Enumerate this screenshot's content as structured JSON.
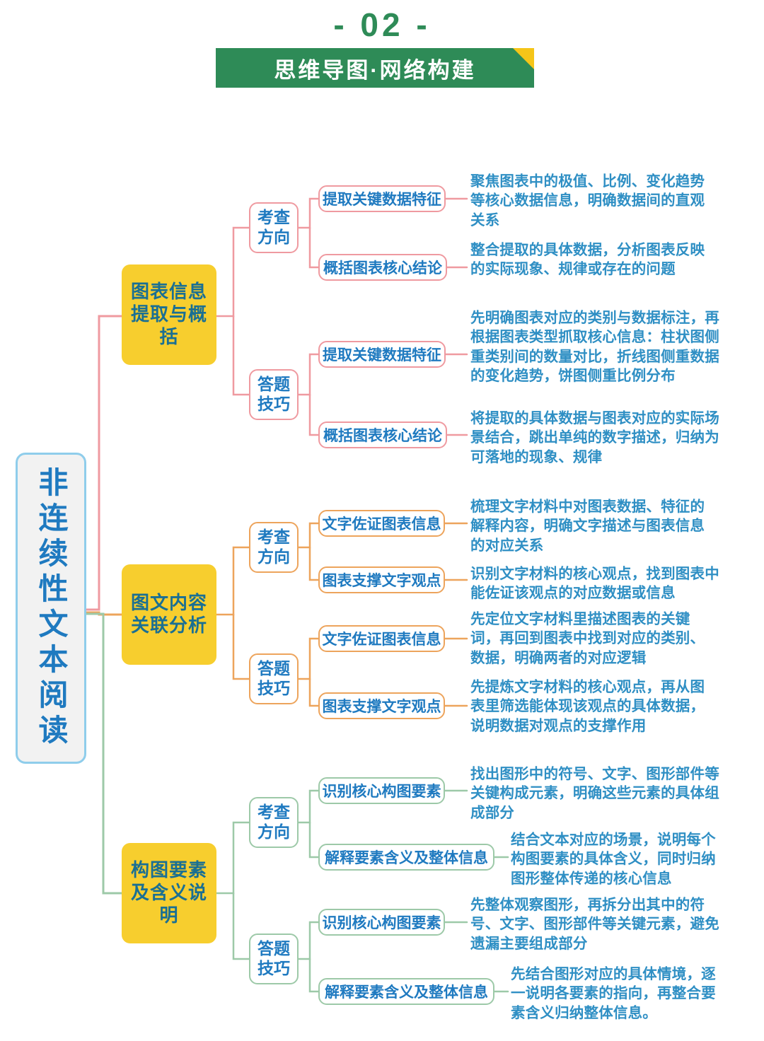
{
  "header": {
    "section_number": "- 02 -",
    "banner_title": "思维导图·网络构建",
    "banner_color": "#2e8b57",
    "corner_color": "#f5c518"
  },
  "root": {
    "label": "非连续性文本阅读",
    "border_color": "#8fcdeb",
    "fill_color": "#f2f2f2",
    "text_color": "#1f7ac0"
  },
  "colors": {
    "branch_fill": "#f7ce2e",
    "branch_text": "#1a6f93",
    "wire_pink": "#ef9aa0",
    "wire_orange": "#eda45c",
    "wire_green": "#9dc9a8",
    "detail_text": "#2f8fc4"
  },
  "branches": [
    {
      "label": "图表信息提取与概括",
      "accent": "#ef9aa0",
      "groups": [
        {
          "label": "考查方向",
          "leaves": [
            {
              "label": "提取关键数据特征",
              "detail": "聚焦图表中的极值、比例、变化趋势等核心数据信息，明确数据间的直观关系"
            },
            {
              "label": "概括图表核心结论",
              "detail": "整合提取的具体数据，分析图表反映的实际现象、规律或存在的问题"
            }
          ]
        },
        {
          "label": "答题技巧",
          "leaves": [
            {
              "label": "提取关键数据特征",
              "detail": "先明确图表对应的类别与数据标注，再根据图表类型抓取核心信息：柱状图侧重类别间的数量对比，折线图侧重数据的变化趋势，饼图侧重比例分布"
            },
            {
              "label": "概括图表核心结论",
              "detail": "将提取的具体数据与图表对应的实际场景结合，跳出单纯的数字描述，归纳为可落地的现象、规律"
            }
          ]
        }
      ]
    },
    {
      "label": "图文内容关联分析",
      "accent": "#eda45c",
      "groups": [
        {
          "label": "考查方向",
          "leaves": [
            {
              "label": "文字佐证图表信息",
              "detail": "梳理文字材料中对图表数据、特征的解释内容，明确文字描述与图表信息的对应关系"
            },
            {
              "label": "图表支撑文字观点",
              "detail": "识别文字材料的核心观点，找到图表中能佐证该观点的对应数据或信息"
            }
          ]
        },
        {
          "label": "答题技巧",
          "leaves": [
            {
              "label": "文字佐证图表信息",
              "detail": "先定位文字材料里描述图表的关键词，再回到图表中找到对应的类别、数据，明确两者的对应逻辑"
            },
            {
              "label": "图表支撑文字观点",
              "detail": "先提炼文字材料的核心观点，再从图表里筛选能体现该观点的具体数据，说明数据对观点的支撑作用"
            }
          ]
        }
      ]
    },
    {
      "label": "构图要素及含义说明",
      "accent": "#9dc9a8",
      "groups": [
        {
          "label": "考查方向",
          "leaves": [
            {
              "label": "识别核心构图要素",
              "detail": "找出图形中的符号、文字、图形部件等关键构成元素，明确这些元素的具体组成部分"
            },
            {
              "label": "解释要素含义及整体信息",
              "detail": "结合文本对应的场景，说明每个构图要素的具体含义，同时归纳图形整体传递的核心信息"
            }
          ]
        },
        {
          "label": "答题技巧",
          "leaves": [
            {
              "label": "识别核心构图要素",
              "detail": "先整体观察图形，再拆分出其中的符号、文字、图形部件等关键元素，避免遗漏主要组成部分"
            },
            {
              "label": "解释要素含义及整体信息",
              "detail": "先结合图形对应的具体情境，逐一说明各要素的指向，再整合要素含义归纳整体信息。"
            }
          ]
        }
      ]
    }
  ]
}
